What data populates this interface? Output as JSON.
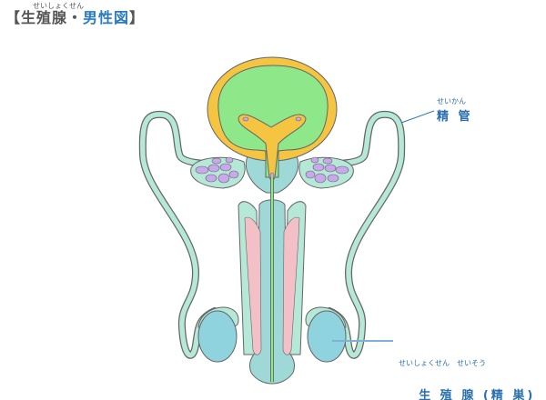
{
  "title": {
    "open_bracket": "【",
    "part1": "生殖腺・",
    "part2": "男性図",
    "close_bracket": "】",
    "ruby": "せいしょくせん"
  },
  "labels": {
    "vas_deferens": {
      "ruby": "せいかん",
      "text": "精 管"
    },
    "testis": {
      "ruby": "せいしょくせん　せいそう",
      "text": "生 殖 腺 (精 巣)"
    }
  },
  "colors": {
    "bladder_wall": "#f5c542",
    "bladder_inner": "#8ee88a",
    "duct": "#b5e8d6",
    "prostate": "#9ed9d8",
    "corpus": "#f4c0c8",
    "testis": "#8fd3df",
    "vesicle": "#c9a8ee",
    "label": "#2a7ac0"
  }
}
